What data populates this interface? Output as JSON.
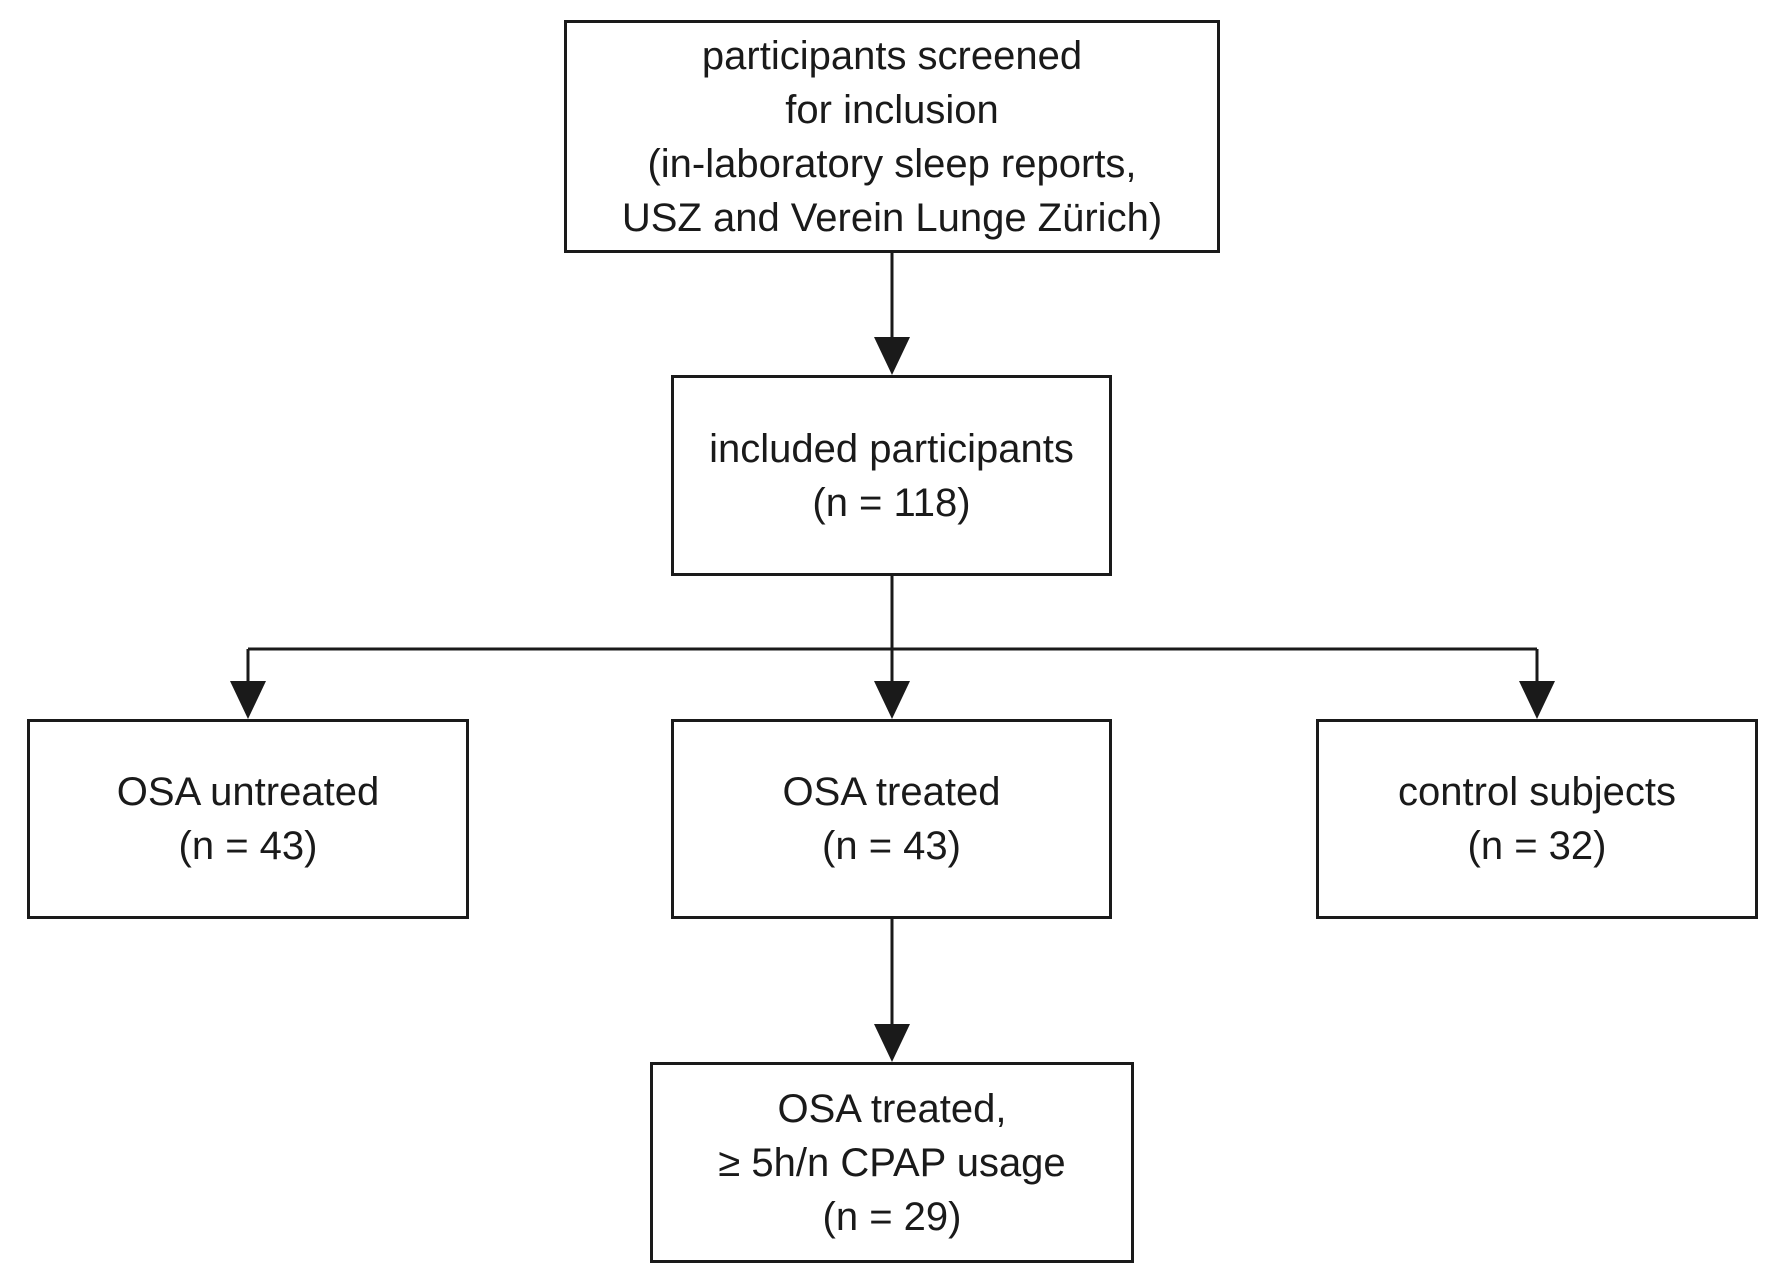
{
  "nodes": {
    "screened": {
      "lines": [
        "participants screened",
        "for inclusion",
        "(in-laboratory sleep reports,",
        "USZ and Verein Lunge Zürich)"
      ]
    },
    "included": {
      "lines": [
        "included participants",
        "(n = 118)"
      ]
    },
    "untreated": {
      "lines": [
        "OSA untreated",
        "(n = 43)"
      ]
    },
    "treated": {
      "lines": [
        "OSA treated",
        "(n = 43)"
      ]
    },
    "control": {
      "lines": [
        "control subjects",
        "(n = 32)"
      ]
    },
    "cpap": {
      "lines": [
        "OSA treated,",
        "≥ 5h/n CPAP usage",
        "(n = 29)"
      ]
    }
  },
  "edges": [
    {
      "from": "screened",
      "to": "included"
    },
    {
      "from": "included",
      "to": "untreated"
    },
    {
      "from": "included",
      "to": "treated"
    },
    {
      "from": "included",
      "to": "control"
    },
    {
      "from": "treated",
      "to": "cpap"
    }
  ],
  "colors": {
    "stroke": "#1a1a1a",
    "background": "#ffffff"
  }
}
